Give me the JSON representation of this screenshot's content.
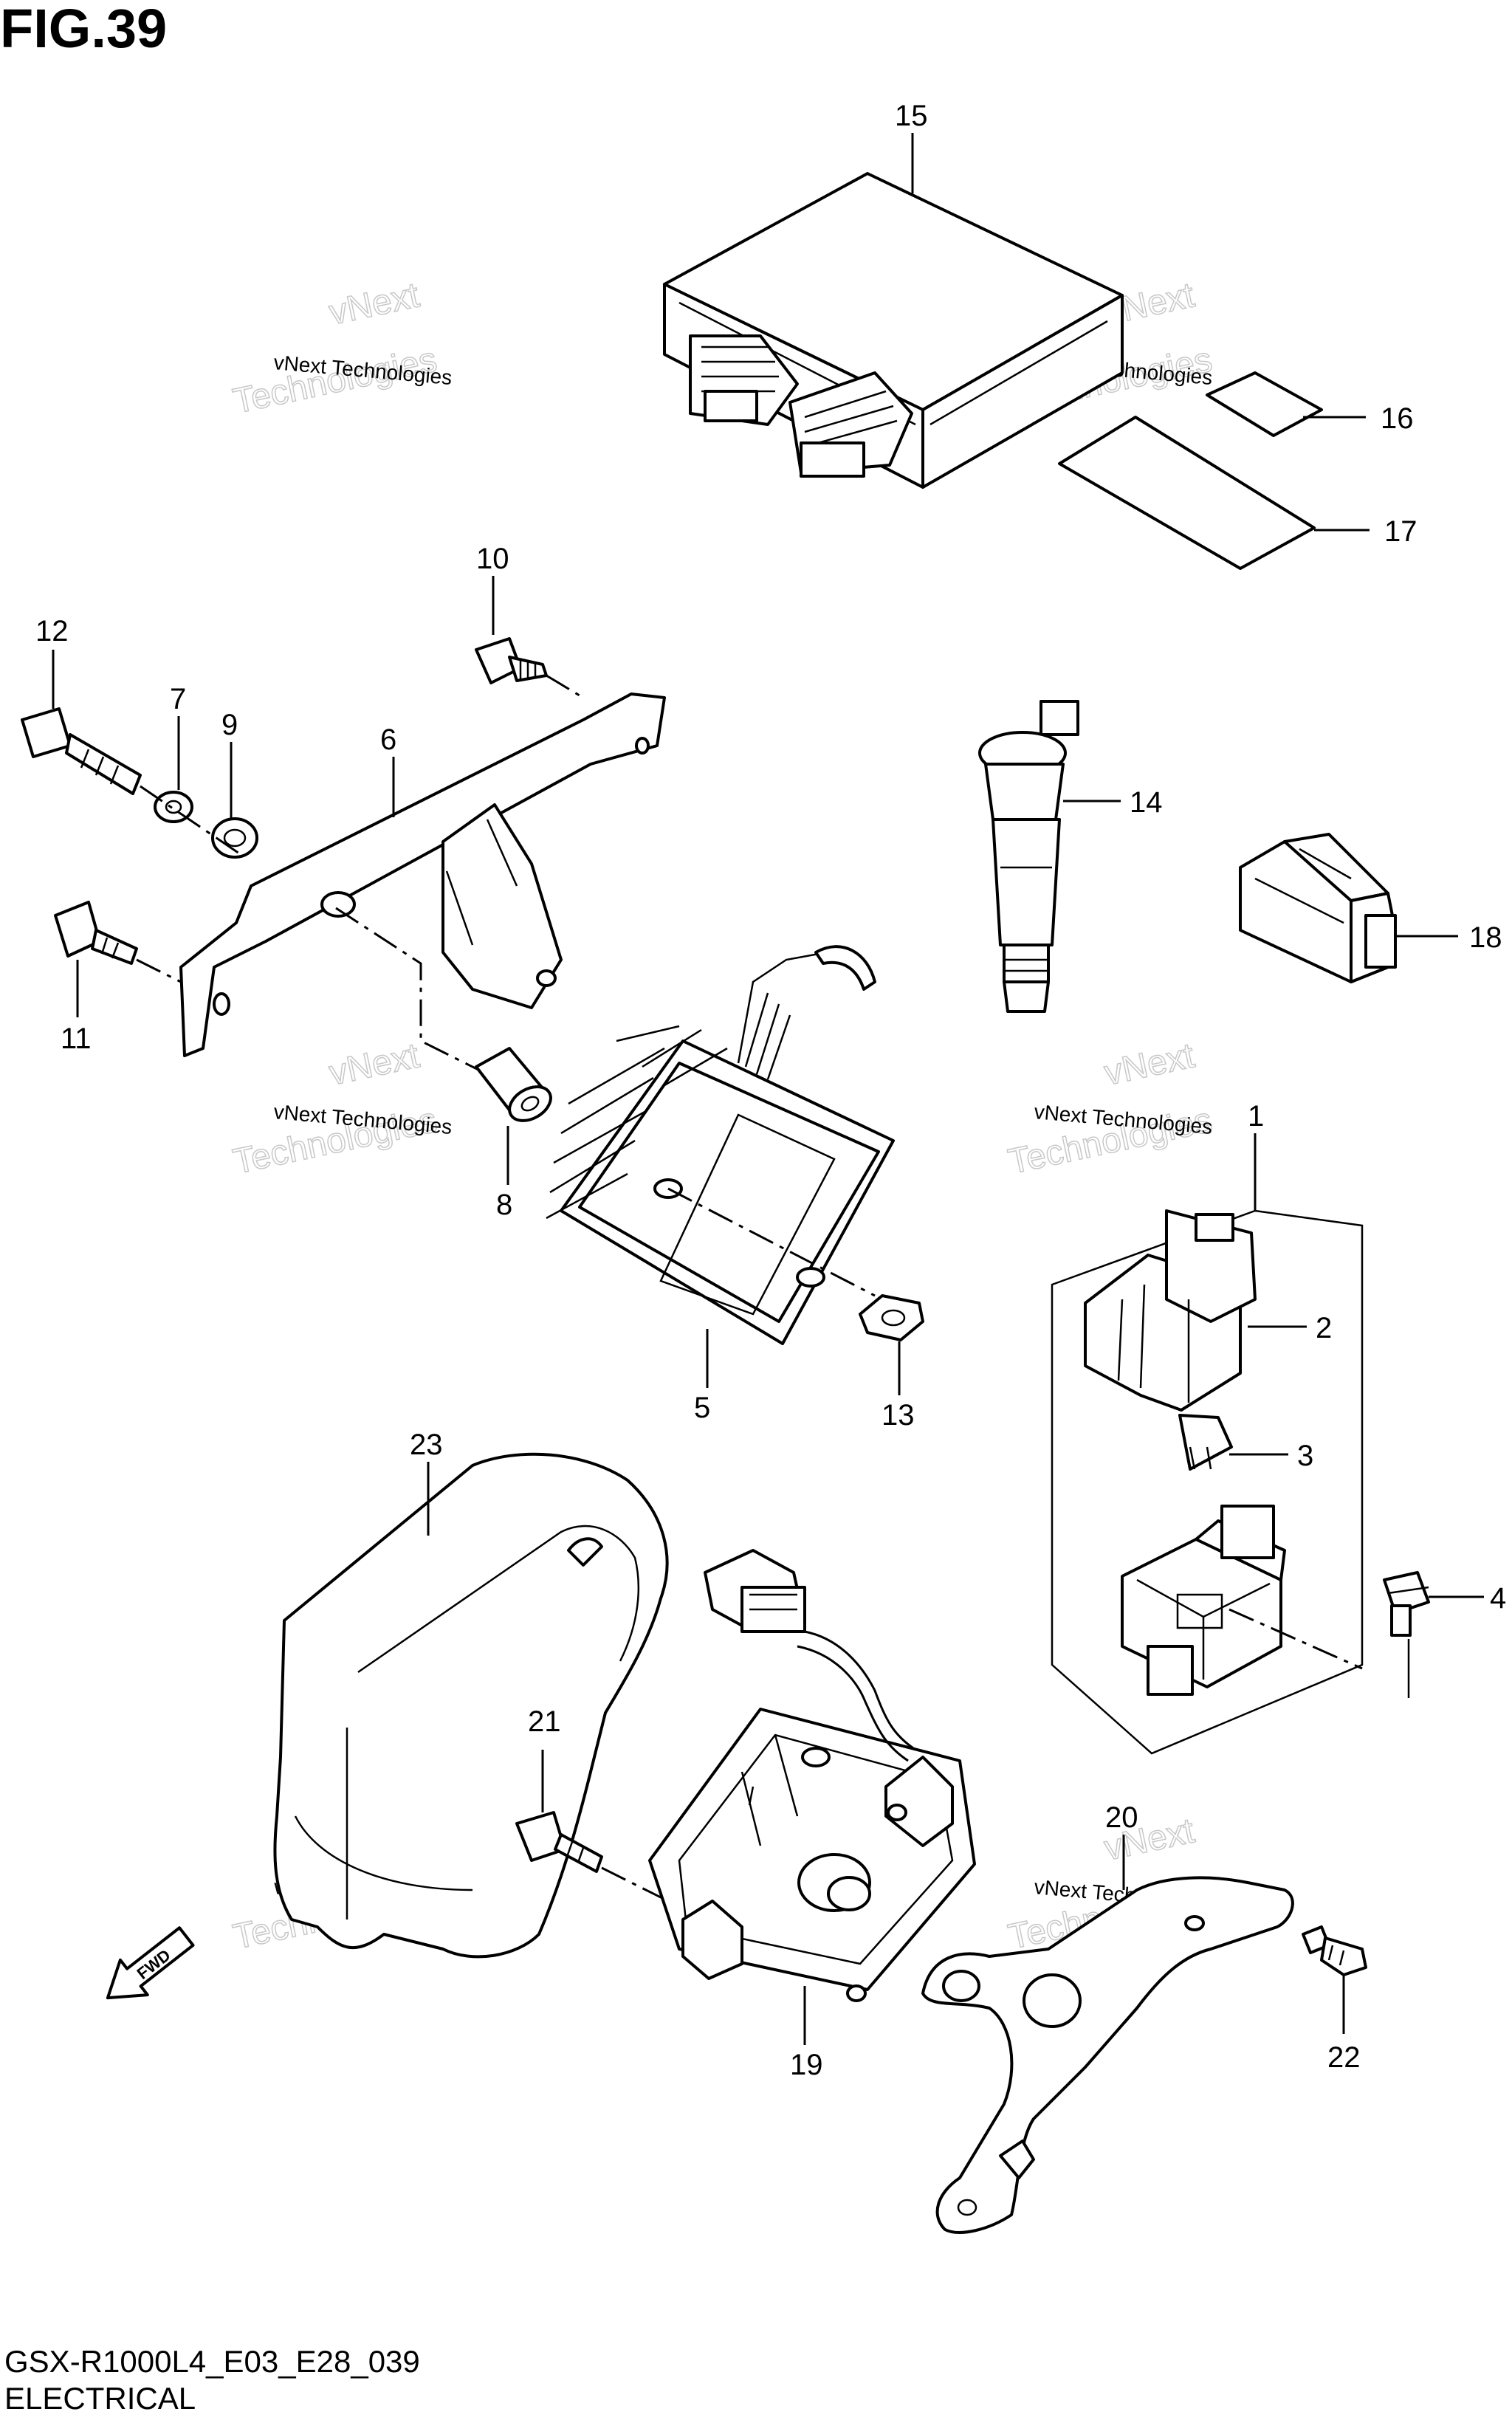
{
  "figure": {
    "title": "FIG.39",
    "model_code": "GSX-R1000L4_E03_E28_039",
    "section": "ELECTRICAL"
  },
  "watermark": {
    "line1": "vNext Technologies",
    "line2": "vNext",
    "line3": "Technologies"
  },
  "fwd_badge": "FWD",
  "callouts": [
    "15",
    "16",
    "17",
    "10",
    "12",
    "7",
    "9",
    "6",
    "14",
    "18",
    "11",
    "8",
    "5",
    "13",
    "2",
    "3",
    "4",
    "1",
    "23",
    "21",
    "20",
    "19",
    "22"
  ]
}
